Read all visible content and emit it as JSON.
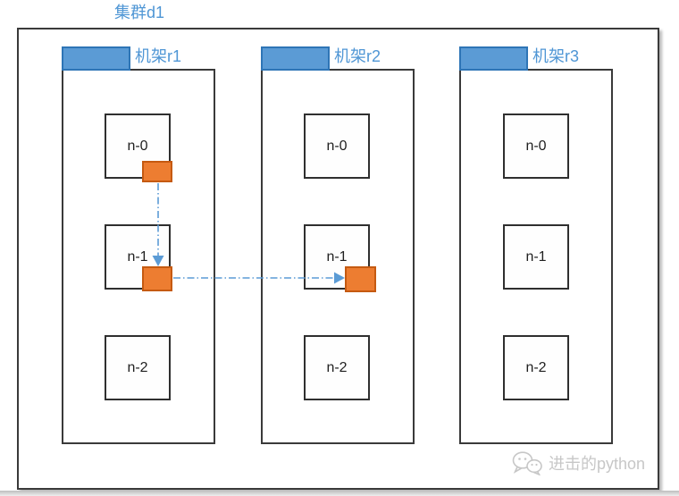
{
  "title": "集群d1",
  "racks": [
    {
      "label": "机架r1",
      "nodes": [
        "n-0",
        "n-1",
        "n-2"
      ]
    },
    {
      "label": "机架r2",
      "nodes": [
        "n-0",
        "n-1",
        "n-2"
      ]
    },
    {
      "label": "机架r3",
      "nodes": [
        "n-0",
        "n-1",
        "n-2"
      ]
    }
  ],
  "replicas": [
    {
      "rack": "机架r1",
      "node": "n-0"
    },
    {
      "rack": "机架r1",
      "node": "n-1"
    },
    {
      "rack": "机架r2",
      "node": "n-1"
    }
  ],
  "arrows": [
    {
      "from": "机架r1 n-0 replica",
      "to": "机架r1 n-1 replica",
      "direction": "down",
      "style": "dash-dot"
    },
    {
      "from": "机架r1 n-1 replica",
      "to": "机架r2 n-1 replica",
      "direction": "right",
      "style": "dash-dot"
    }
  ],
  "colors": {
    "accent_blue": "#5B9BD5",
    "tab_border_blue": "#2E75B6",
    "label_blue": "#4F96D5",
    "replica_orange": "#ED7D31",
    "replica_border_orange": "#C55A11",
    "arrow_blue": "#5B9BD5",
    "box_border": "#3A3A3A",
    "watermark_gray": "#C7C7C7"
  },
  "watermark": {
    "text": "进击的python",
    "icon": "wechat-icon"
  }
}
